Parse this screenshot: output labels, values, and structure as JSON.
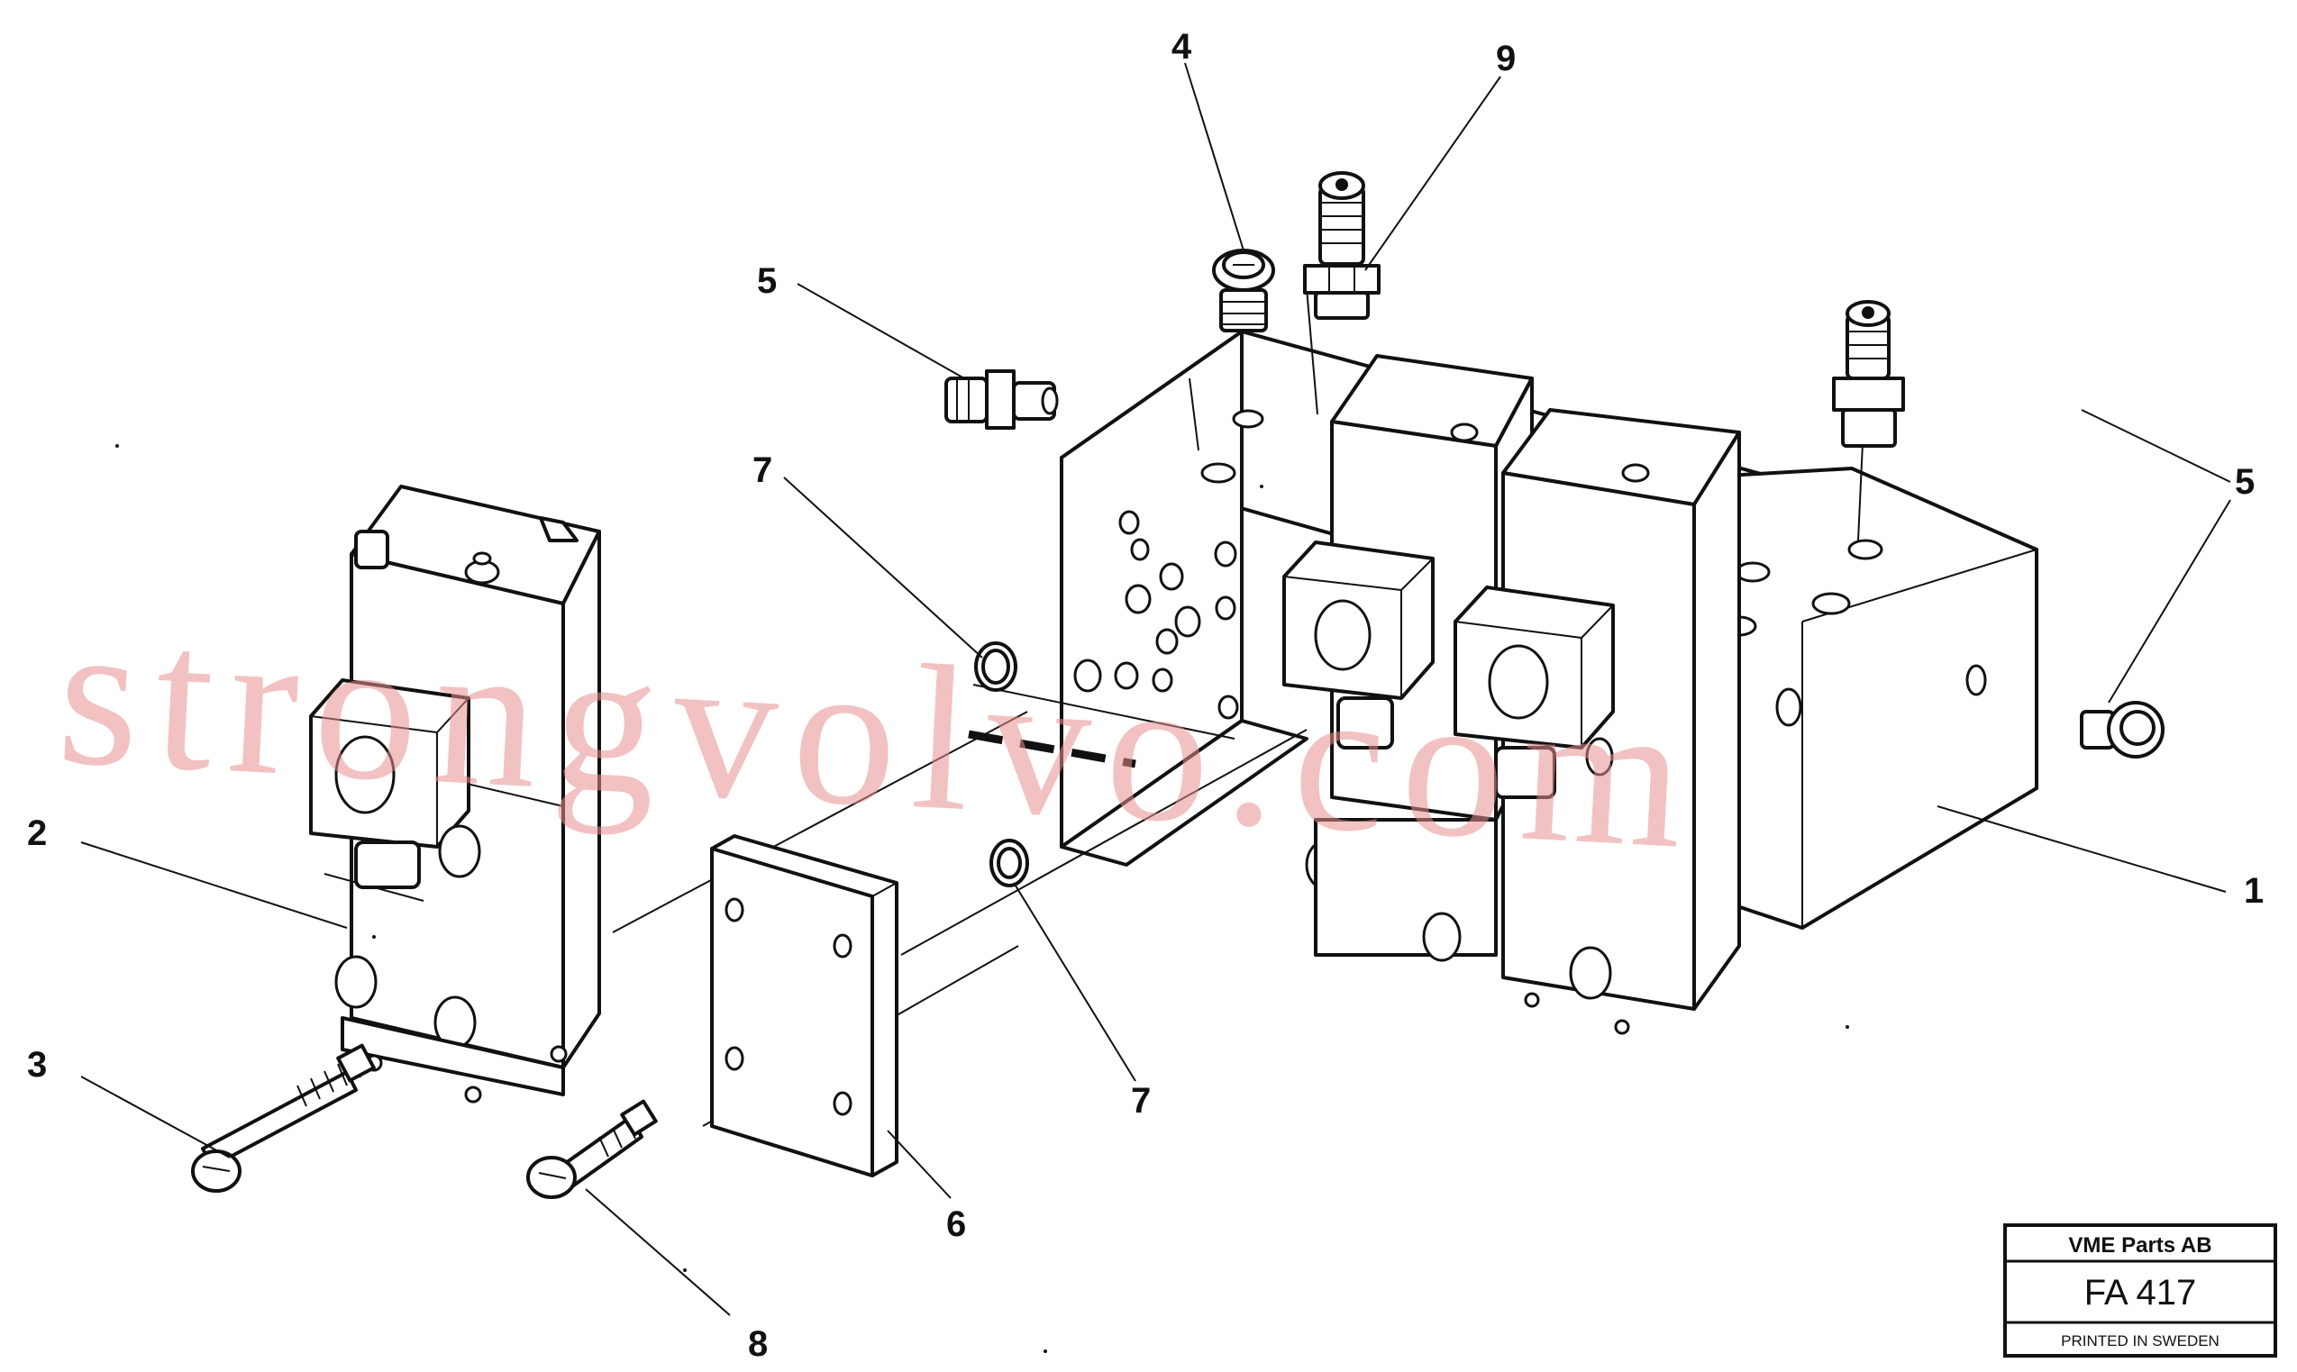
{
  "callouts": {
    "c1": "1",
    "c2": "2",
    "c3": "3",
    "c4": "4",
    "c5a": "5",
    "c5b": "5",
    "c6": "6",
    "c7a": "7",
    "c7b": "7",
    "c8": "8",
    "c9": "9"
  },
  "watermark": "strongvolvo.com",
  "title_block": {
    "company": "VME Parts AB",
    "code": "FA 417",
    "footer": "PRINTED IN SWEDEN"
  },
  "colors": {
    "ink": "#111111",
    "watermark": "#e88f8f",
    "background": "#ffffff"
  }
}
